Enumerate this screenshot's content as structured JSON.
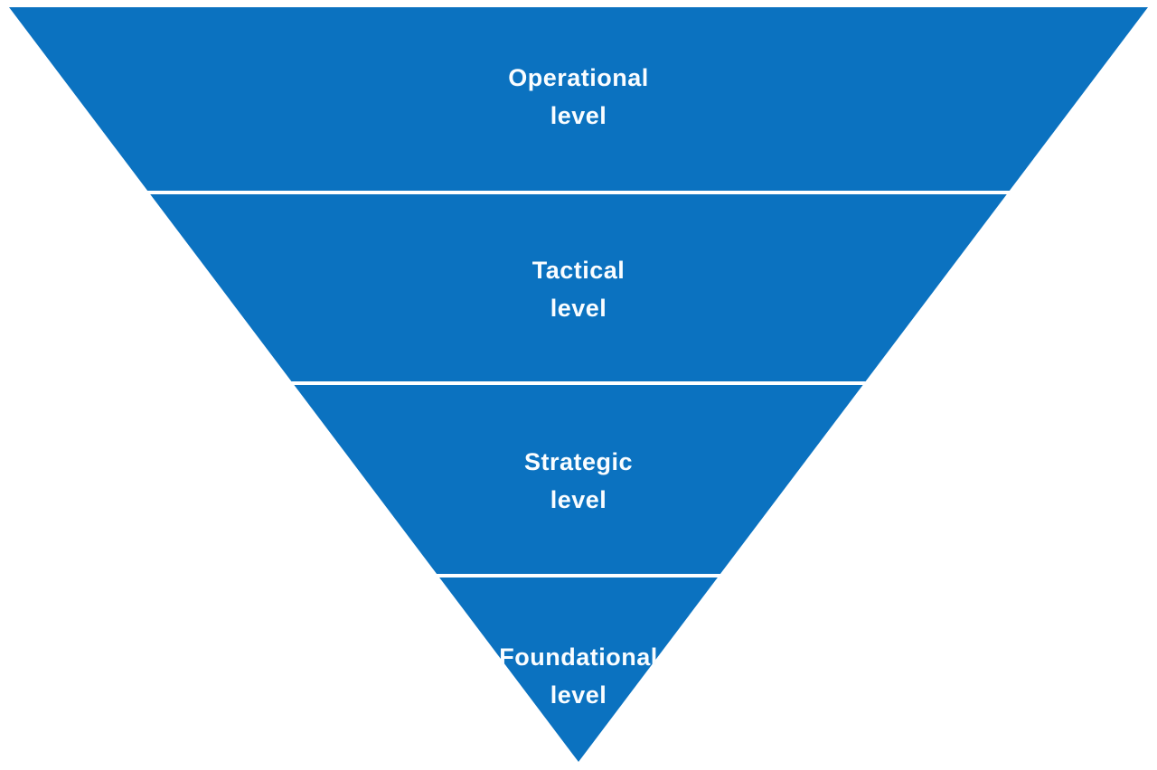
{
  "diagram": {
    "type": "inverted-pyramid",
    "background_color": "#ffffff",
    "fill_color": "#0B72C0",
    "divider_color": "#ffffff",
    "text_color": "#FAFDFF",
    "levels": [
      {
        "name": "operational",
        "label_line1": "Operational",
        "label_line2": "level"
      },
      {
        "name": "tactical",
        "label_line1": "Tactical",
        "label_line2": "level"
      },
      {
        "name": "strategic",
        "label_line1": "Strategic",
        "label_line2": "level"
      },
      {
        "name": "foundational",
        "label_line1": "Foundational",
        "label_line2": "level"
      }
    ]
  }
}
